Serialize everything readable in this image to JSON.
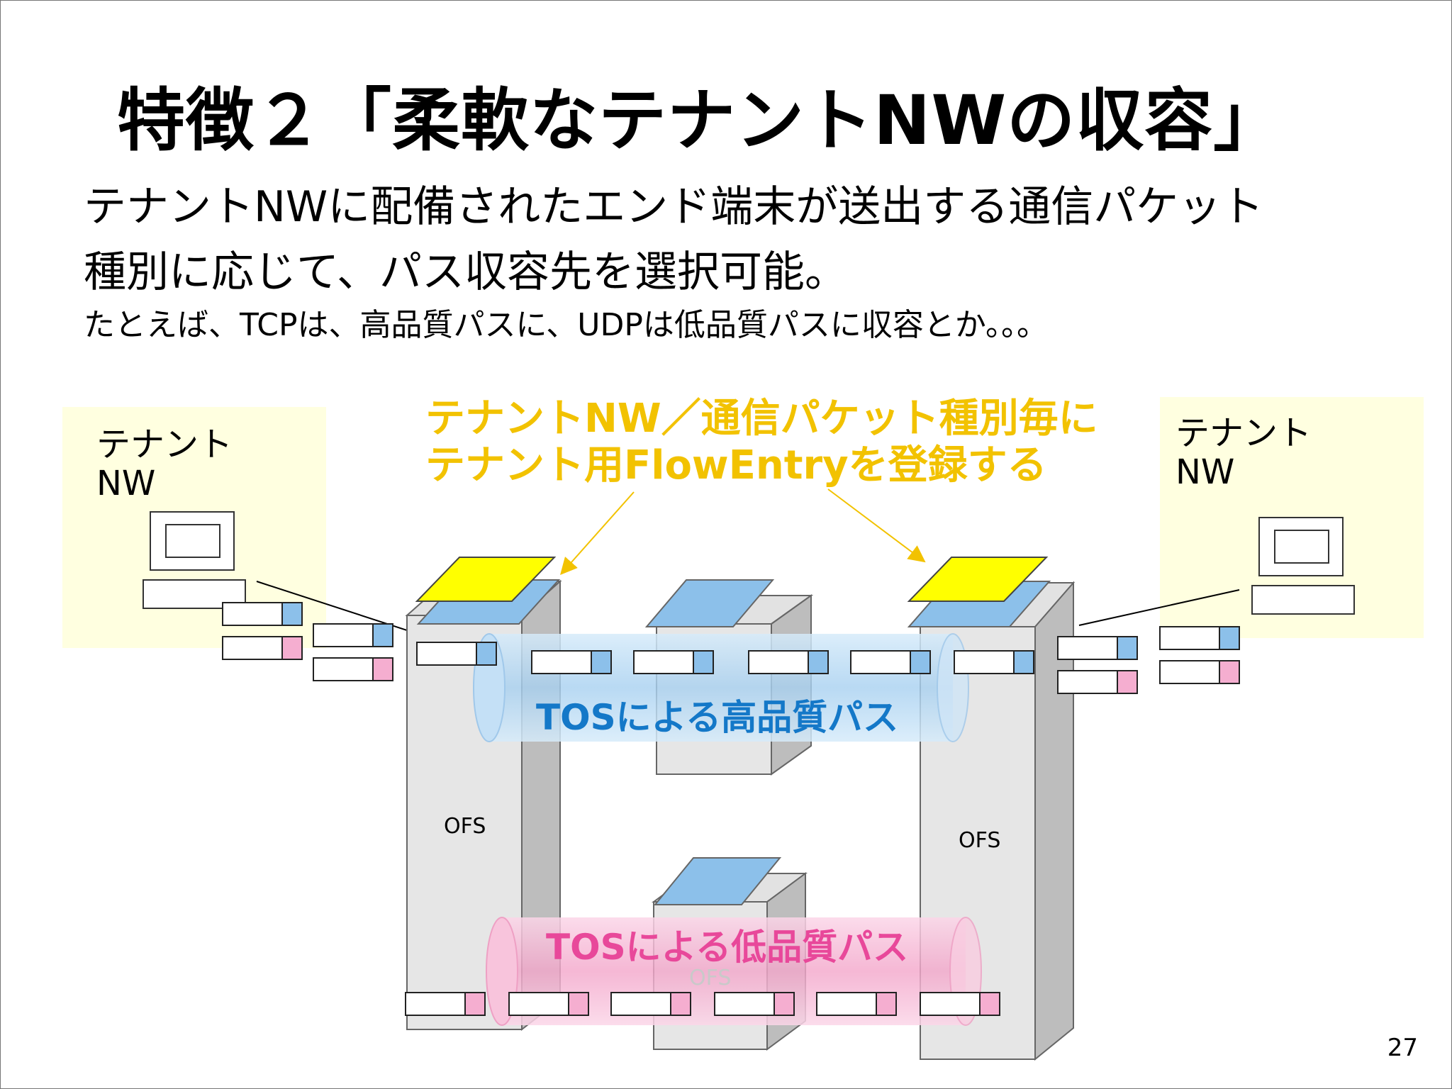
{
  "slide": {
    "title": "特徴２「柔軟なテナントNWの収容」",
    "body_line1": "テナントNWに配備されたエンド端末が送出する通信パケット",
    "body_line2": "種別に応じて、パス収容先を選択可能。",
    "body_line3": "たとえば、TCPは、高品質パスに、UDPは低品質パスに収容とか。。。",
    "page_number": "27"
  },
  "diagram": {
    "callout_line1": "テナントNW／通信パケット種別毎に",
    "callout_line2": "テナント用FlowEntryを登録する",
    "tenant_left_line1": "テナント",
    "tenant_left_line2": "NW",
    "tenant_right_line1": "テナント",
    "tenant_right_line2": "NW",
    "ofs_left": "OFS",
    "ofs_right": "OFS",
    "ofs_bottom": "OFS",
    "high_path": "TOSによる高品質パス",
    "low_path": "TOSによる低品質パス",
    "colors": {
      "callout": "#f2c200",
      "high_path_text": "#1478c8",
      "low_path_text": "#e8489a",
      "tenant_area": "#ffffe0",
      "packet_blue": "#8cc0ea",
      "packet_pink": "#f5aed0",
      "flow_table_yellow": "#ffff00",
      "flow_table_blue": "#8cc0ea"
    }
  }
}
